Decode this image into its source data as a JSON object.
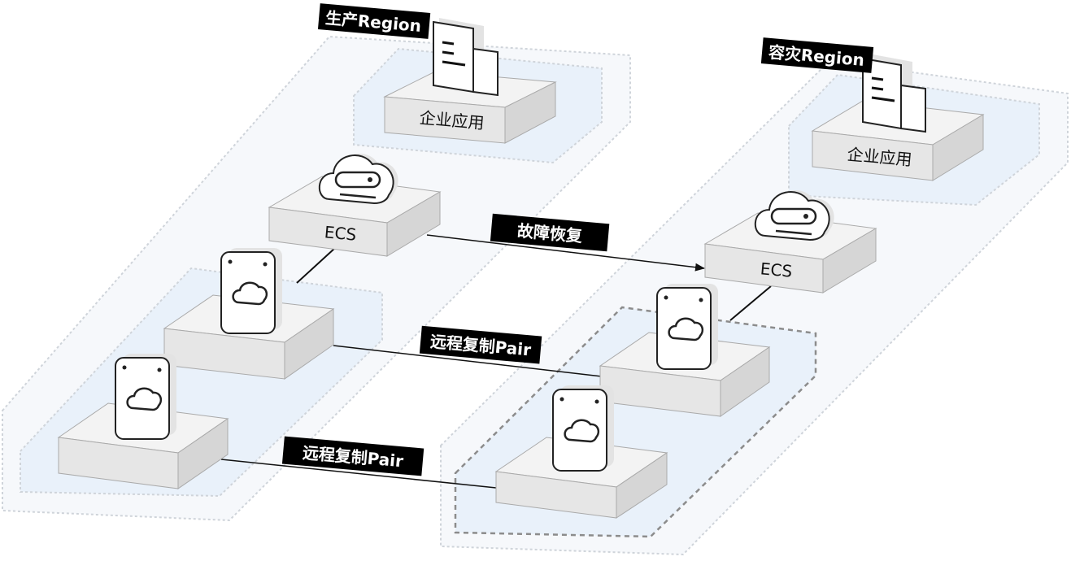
{
  "regions": {
    "production": {
      "label": "生产Region"
    },
    "dr": {
      "label": "容灾Region"
    }
  },
  "apps": {
    "production": {
      "label": "企业应用"
    },
    "dr": {
      "label": "企业应用"
    }
  },
  "ecs": {
    "production": {
      "label": "ECS"
    },
    "dr": {
      "label": "ECS"
    }
  },
  "links": {
    "failover": {
      "label": "故障恢复"
    },
    "pair_upper": {
      "label": "远程复制Pair"
    },
    "pair_lower": {
      "label": "远程复制Pair"
    }
  },
  "icons": {
    "app": "document-icon",
    "ecs": "cloud-server-icon",
    "disk": "cloud-disk-icon"
  },
  "colors": {
    "region_fill": "#f5f7fa",
    "inner_fill": "#eaf1f9",
    "box_top": "#f2f2f2",
    "box_front": "#e4e4e4",
    "box_side": "#d6d6d6",
    "label_bg": "#000000"
  }
}
